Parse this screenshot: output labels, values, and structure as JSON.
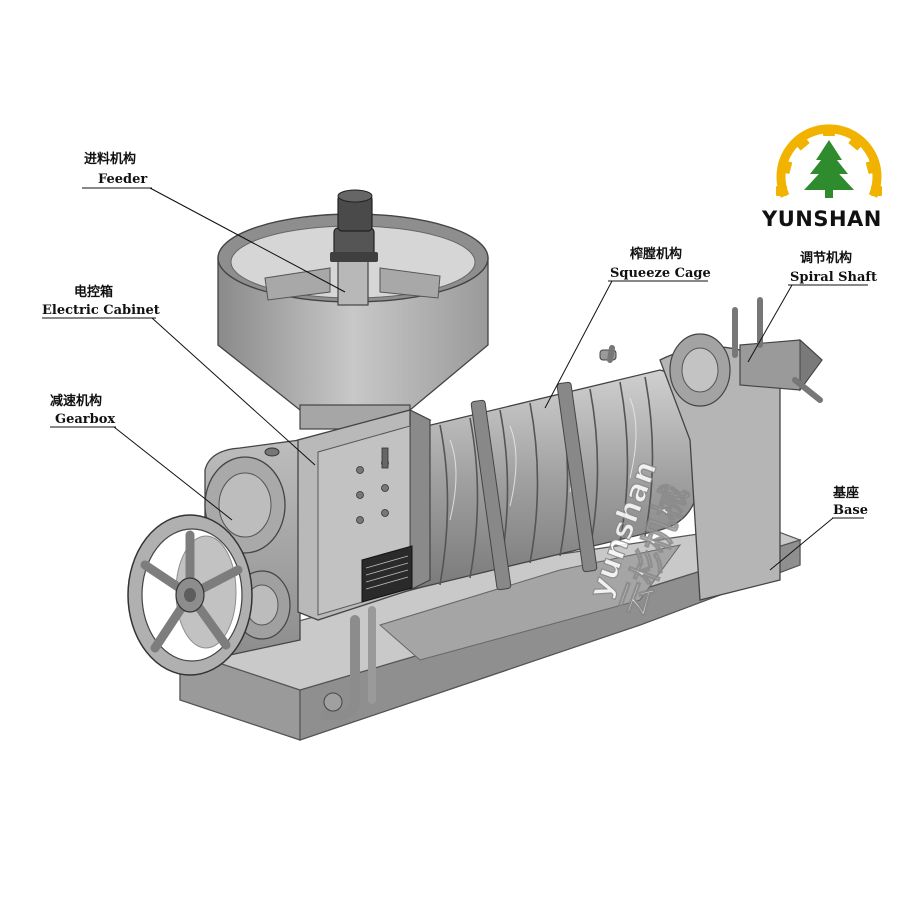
{
  "labels": {
    "feeder": {
      "zh": "进料机构",
      "en": "Feeder"
    },
    "electric_cabinet": {
      "zh": "电控箱",
      "en": "Electric Cabinet"
    },
    "gearbox": {
      "zh": "减速机构",
      "en": "Gearbox"
    },
    "squeeze_cage": {
      "zh": "榨膛机构",
      "en": "Squeeze Cage"
    },
    "spiral_shaft": {
      "zh": "调节机构",
      "en": "Spiral Shaft"
    },
    "base": {
      "zh": "基座",
      "en": "Base"
    }
  },
  "logo": {
    "text": "YUNSHAN",
    "icon": "pine-tree-gear-icon",
    "gear_color": "#f2b300",
    "tree_color": "#2e8b2e"
  },
  "watermark": {
    "en": "yunshan",
    "zh": "云杉机械"
  },
  "colors": {
    "machine_body": "#9a9a9a",
    "machine_dark": "#6f6f6f",
    "machine_light": "#c4c4c4",
    "background": "#ffffff"
  }
}
